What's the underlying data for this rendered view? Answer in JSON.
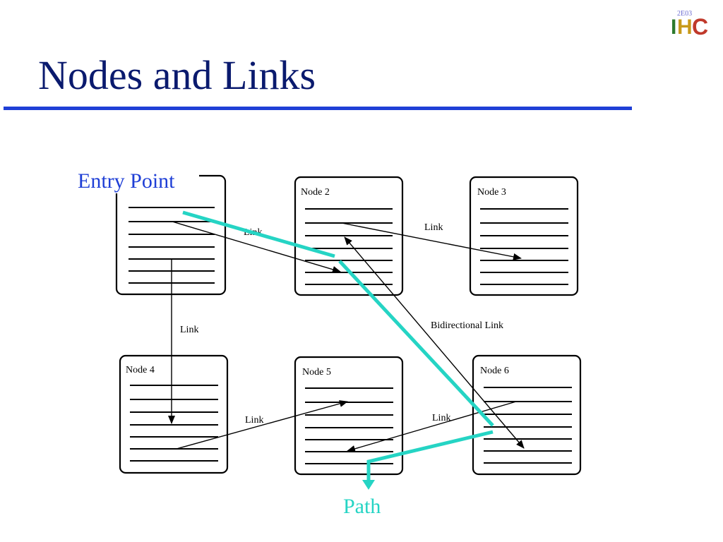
{
  "slide": {
    "title": "Nodes and Links"
  },
  "logo": {
    "version": "2E03",
    "letter_i": "I",
    "letter_h": "H",
    "letter_c": "C"
  },
  "diagram": {
    "entry_label": "Entry Point",
    "path_label": "Path",
    "nodes": {
      "node1": {
        "label": ""
      },
      "node2": {
        "label": "Node 2"
      },
      "node3": {
        "label": "Node 3"
      },
      "node4": {
        "label": "Node 4"
      },
      "node5": {
        "label": "Node 5"
      },
      "node6": {
        "label": "Node 6"
      }
    },
    "links": {
      "n1_n2": "Link",
      "n2_n3": "Link",
      "n1_n4": "Link",
      "n4_n5": "Link",
      "n6_n5": "Link",
      "n2_n6": "Bidirectional Link"
    },
    "colors": {
      "path": "#25d4c4",
      "entry": "#1f3fd6",
      "title": "#0a1a6e",
      "rule": "#1f3fd6"
    }
  }
}
